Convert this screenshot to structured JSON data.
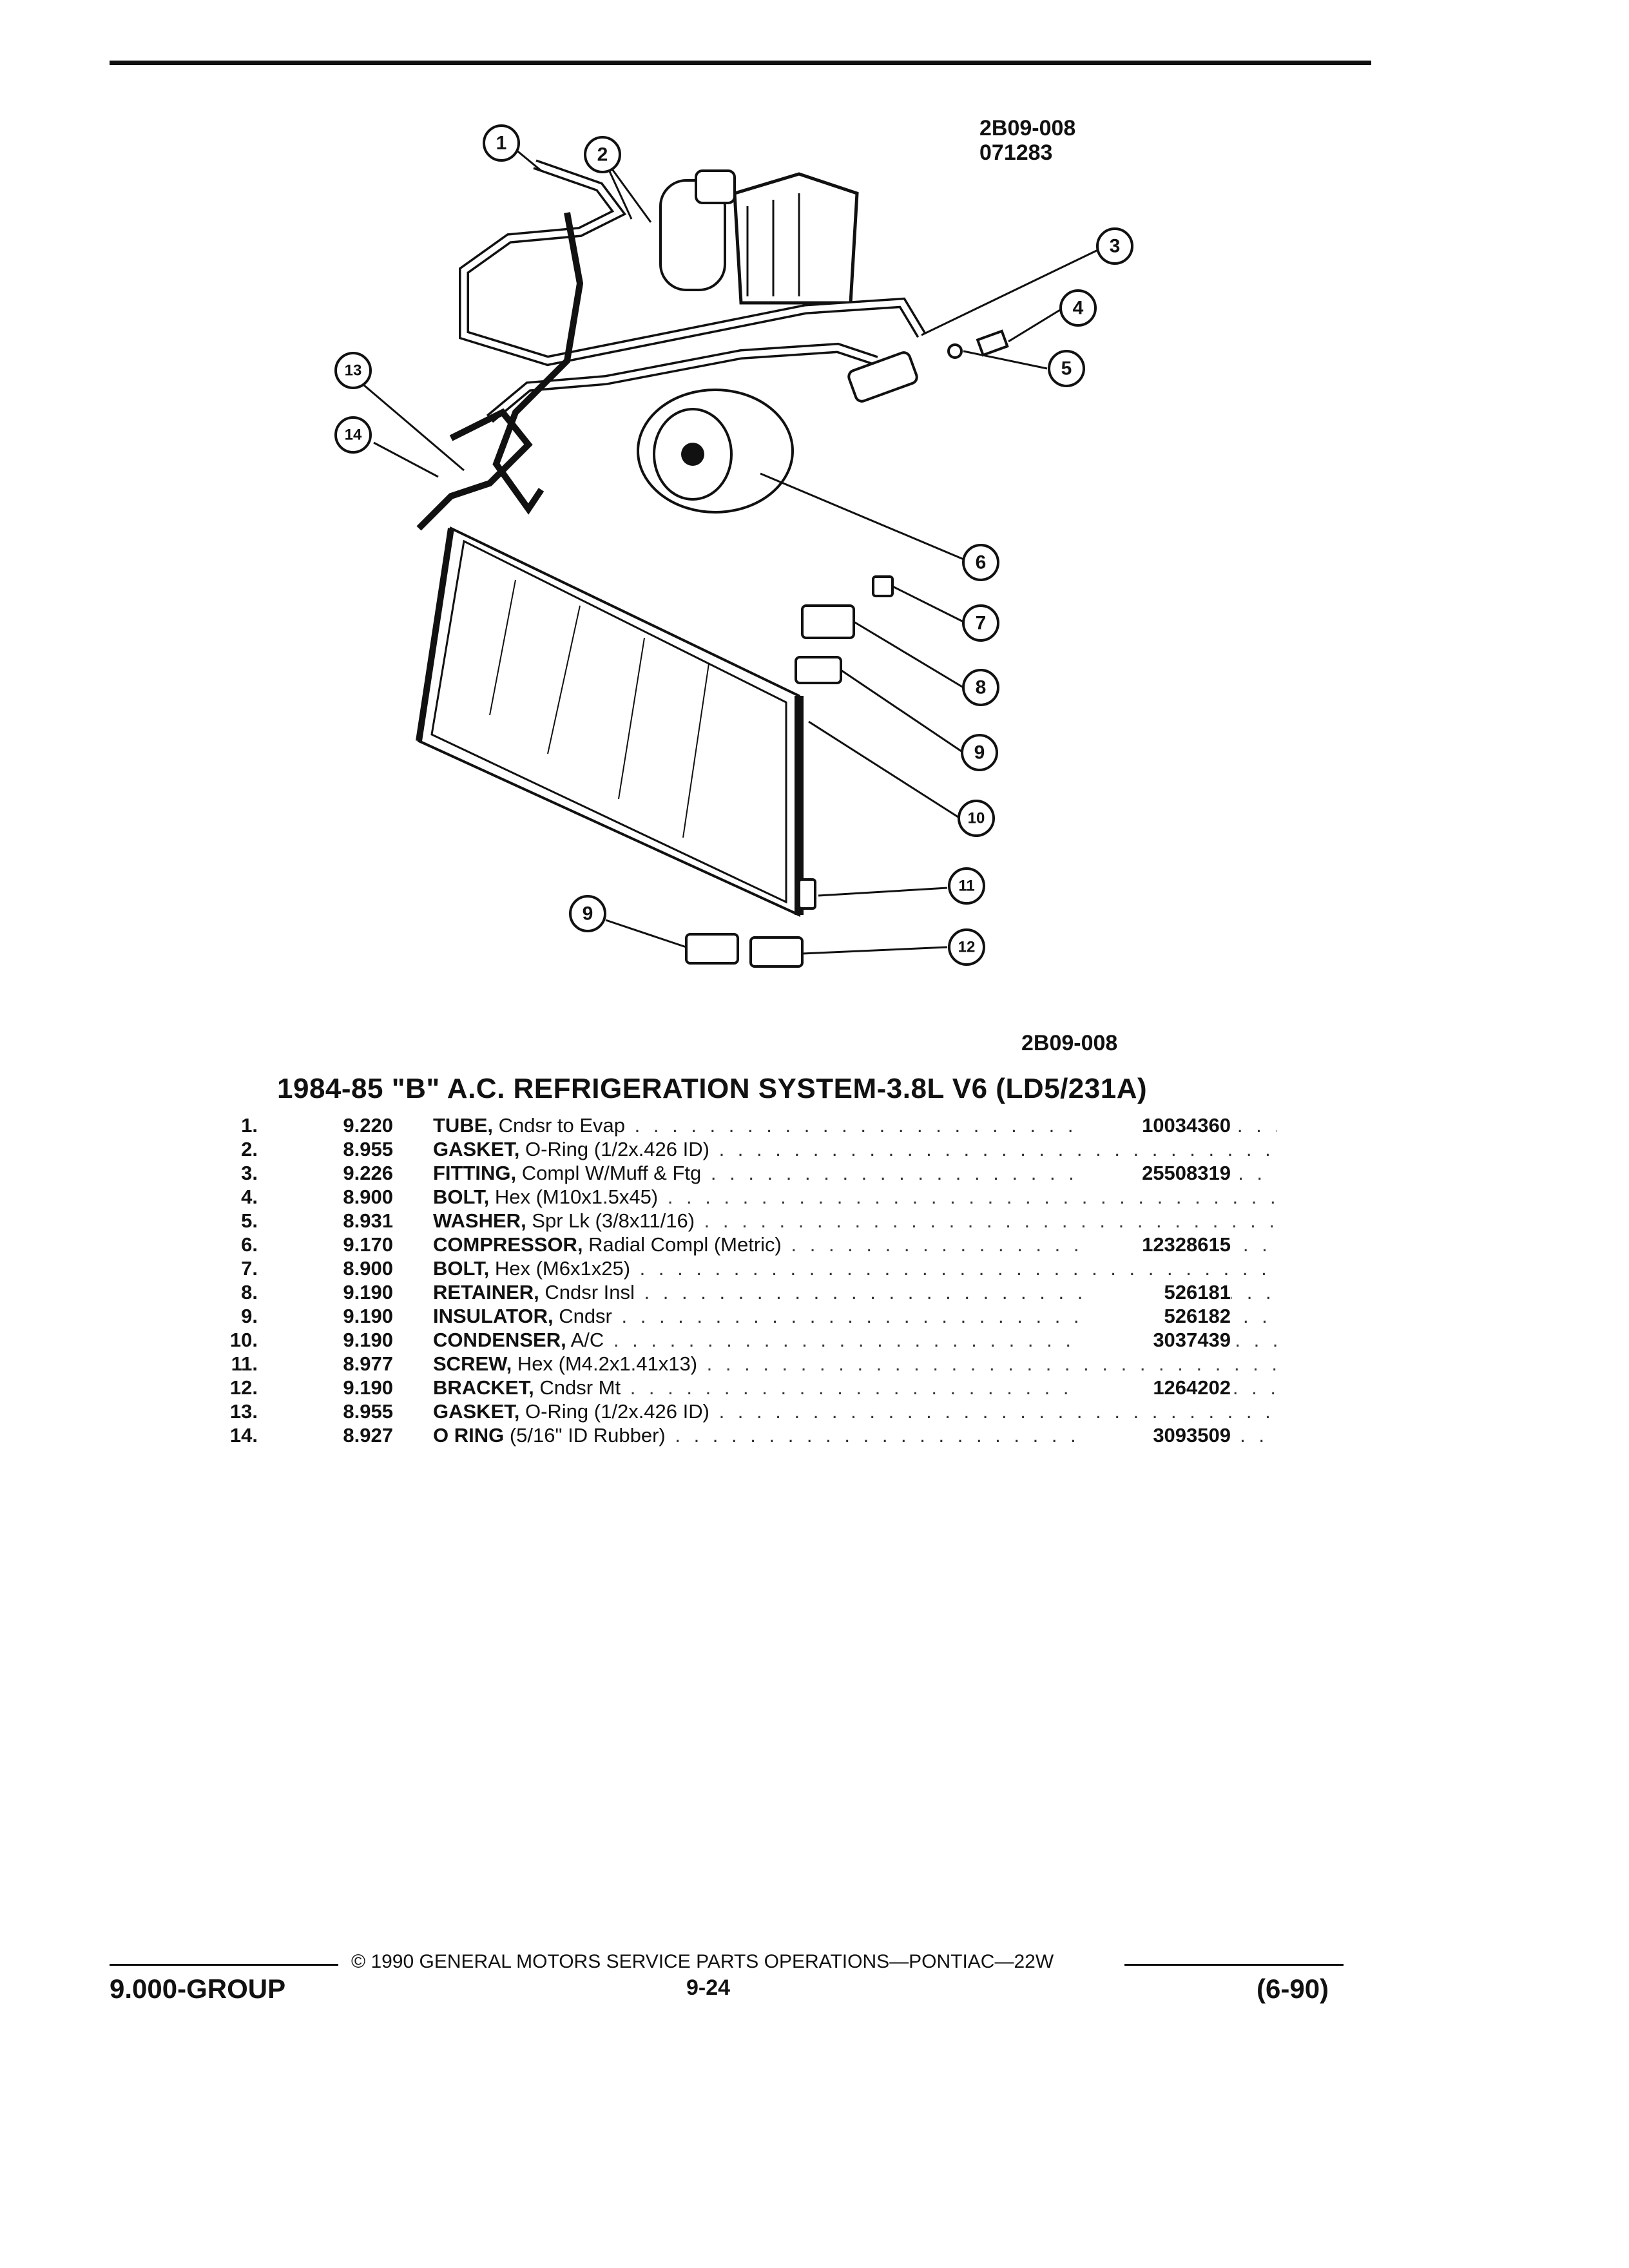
{
  "diagram_codes": {
    "top_code": "2B09-008",
    "top_date": "071283",
    "bottom_code": "2B09-008"
  },
  "callouts": [
    "1",
    "2",
    "3",
    "4",
    "5",
    "6",
    "7",
    "8",
    "9",
    "10",
    "11",
    "12",
    "13",
    "14"
  ],
  "title": "1984-85 \"B\" A.C. REFRIGERATION SYSTEM-3.8L V6 (LD5/231A)",
  "parts": [
    {
      "num": "1.",
      "ref": "9.220",
      "name": "TUBE,",
      "spec": " Cndsr to Evap",
      "pn": "10034360"
    },
    {
      "num": "2.",
      "ref": "8.955",
      "name": "GASKET,",
      "spec": " O-Ring (1/2x.426 ID)",
      "pn": ""
    },
    {
      "num": "3.",
      "ref": "9.226",
      "name": "FITTING,",
      "spec": " Compl W/Muff & Ftg",
      "pn": "25508319"
    },
    {
      "num": "4.",
      "ref": "8.900",
      "name": "BOLT,",
      "spec": " Hex (M10x1.5x45)",
      "pn": ""
    },
    {
      "num": "5.",
      "ref": "8.931",
      "name": "WASHER,",
      "spec": " Spr Lk (3/8x11/16)",
      "pn": ""
    },
    {
      "num": "6.",
      "ref": "9.170",
      "name": "COMPRESSOR,",
      "spec": " Radial Compl (Metric)",
      "pn": "12328615"
    },
    {
      "num": "7.",
      "ref": "8.900",
      "name": "BOLT,",
      "spec": " Hex (M6x1x25)",
      "pn": ""
    },
    {
      "num": "8.",
      "ref": "9.190",
      "name": "RETAINER,",
      "spec": " Cndsr Insl",
      "pn": "526181"
    },
    {
      "num": "9.",
      "ref": "9.190",
      "name": "INSULATOR,",
      "spec": " Cndsr",
      "pn": "526182"
    },
    {
      "num": "10.",
      "ref": "9.190",
      "name": "CONDENSER,",
      "spec": " A/C",
      "pn": "3037439"
    },
    {
      "num": "11.",
      "ref": "8.977",
      "name": "SCREW,",
      "spec": " Hex (M4.2x1.41x13)",
      "pn": ""
    },
    {
      "num": "12.",
      "ref": "9.190",
      "name": "BRACKET,",
      "spec": " Cndsr Mt",
      "pn": "1264202"
    },
    {
      "num": "13.",
      "ref": "8.955",
      "name": "GASKET,",
      "spec": " O-Ring (1/2x.426 ID)",
      "pn": ""
    },
    {
      "num": "14.",
      "ref": "8.927",
      "name": "O RING",
      "spec": " (5/16\" ID Rubber)",
      "pn": "3093509"
    }
  ],
  "footer": {
    "copyright": "© 1990 GENERAL MOTORS SERVICE PARTS OPERATIONS—PONTIAC—22W",
    "group": "9.000-GROUP",
    "page": "9-24",
    "date": "(6-90)"
  }
}
